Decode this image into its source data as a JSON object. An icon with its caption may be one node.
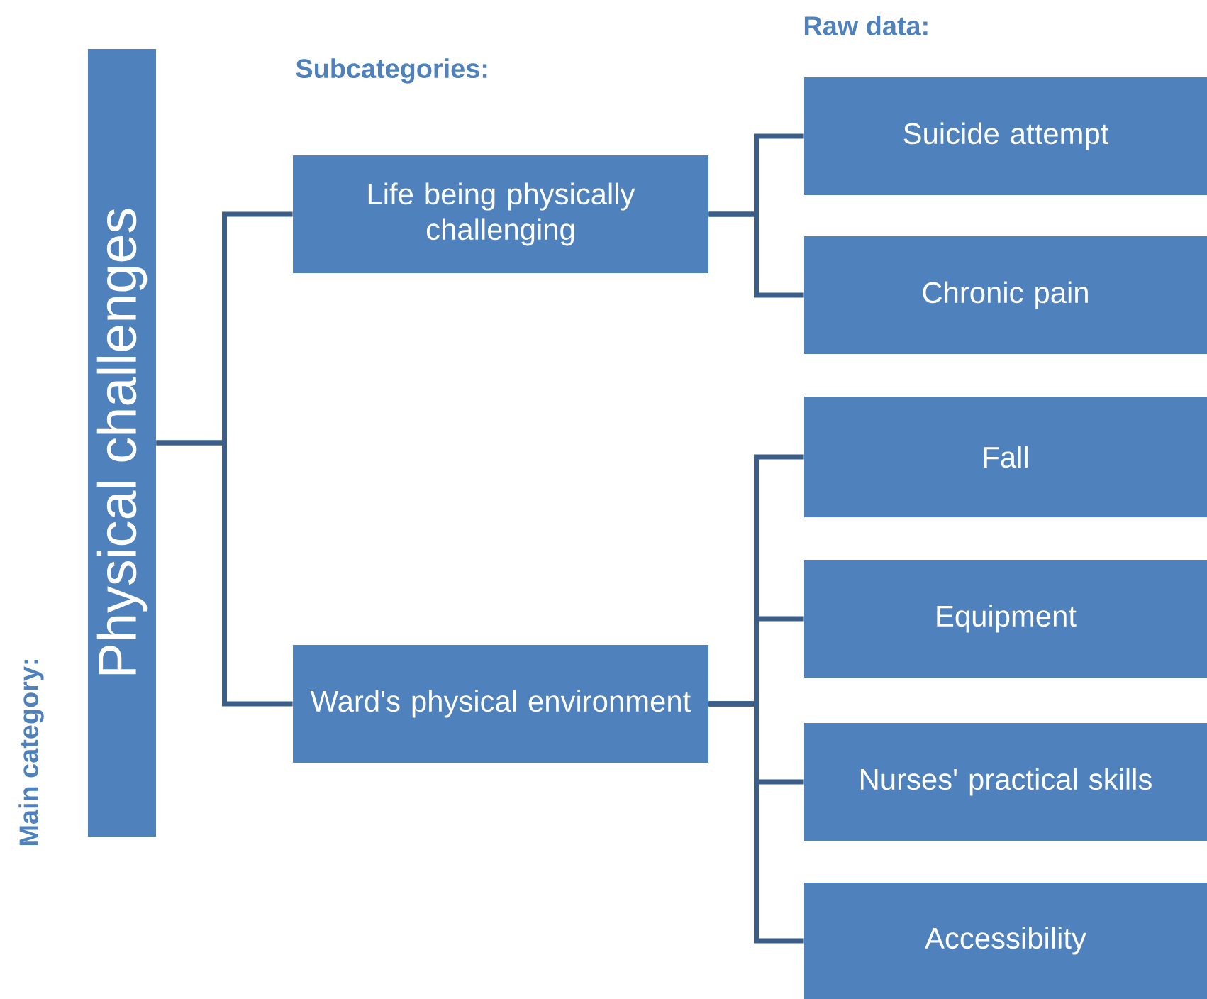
{
  "diagram": {
    "nodes": [
      {
        "text": [
          "Physical challenges"
        ]
      },
      {
        "text": [
          "Life being physically challenging"
        ]
      },
      {
        "text": [
          "Ward's physical environment"
        ]
      },
      {
        "text": [
          "Suicide attempt"
        ]
      },
      {
        "text": [
          "Chronic pain"
        ]
      },
      {
        "text": [
          "Fall"
        ]
      },
      {
        "text": [
          "Equipment"
        ]
      },
      {
        "text": [
          "Nurses' practical skills"
        ]
      },
      {
        "text": [
          "Accessibility"
        ]
      }
    ],
    "edges": [
      {
        "from": 0,
        "to": 1,
        "arrow": "none"
      },
      {
        "from": 0,
        "to": 2,
        "arrow": "none"
      },
      {
        "from": 1,
        "to": 3,
        "arrow": "none"
      },
      {
        "from": 1,
        "to": 4,
        "arrow": "none"
      },
      {
        "from": 2,
        "to": 5,
        "arrow": "none"
      },
      {
        "from": 2,
        "to": 6,
        "arrow": "none"
      },
      {
        "from": 2,
        "to": 7,
        "arrow": "none"
      },
      {
        "from": 2,
        "to": 8,
        "arrow": "none"
      }
    ],
    "labels": [
      "Raw data:",
      "Subcategories:",
      "Main category:"
    ]
  }
}
